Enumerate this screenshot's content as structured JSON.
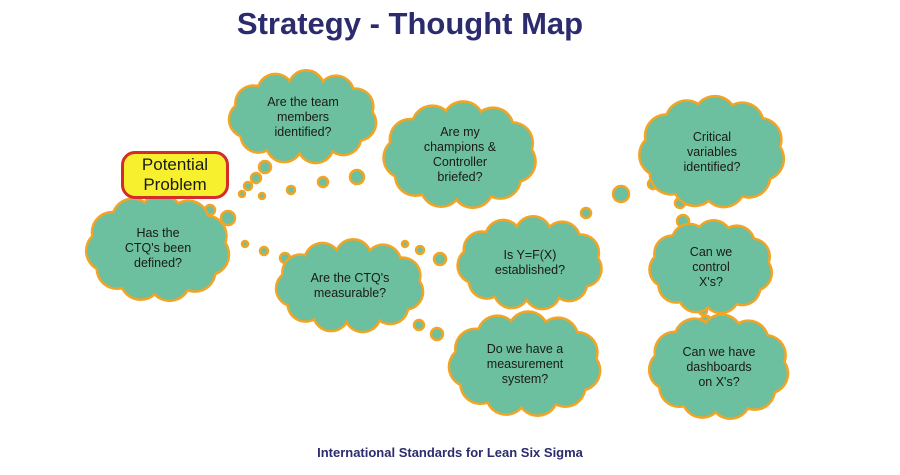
{
  "title": "Strategy - Thought Map",
  "footer": "International Standards for Lean Six Sigma",
  "colors": {
    "cloud_fill": "#6cbf9f",
    "cloud_stroke": "#f2a425",
    "title": "#2b2b6e",
    "problem_fill": "#f6f02e",
    "problem_border": "#d42b2b"
  },
  "start_box": {
    "label": "Potential\nProblem"
  },
  "clouds": [
    {
      "id": "team",
      "text": "Are the team\nmembers\nidentified?"
    },
    {
      "id": "champions",
      "text": "Are my\nchampions &\nController\nbriefed?"
    },
    {
      "id": "ctq-defined",
      "text": "Has the\nCTQ's been\ndefined?"
    },
    {
      "id": "ctq-measurable",
      "text": "Are the CTQ's\nmeasurable?"
    },
    {
      "id": "yfx",
      "text": "Is Y=F(X)\nestablished?"
    },
    {
      "id": "measurement",
      "text": "Do we have a\nmeasurement\nsystem?"
    },
    {
      "id": "critical",
      "text": "Critical\nvariables\nidentified?"
    },
    {
      "id": "control",
      "text": "Can we\ncontrol\nX's?"
    },
    {
      "id": "dashboards",
      "text": "Can we have\ndashboards\non X's?"
    }
  ]
}
